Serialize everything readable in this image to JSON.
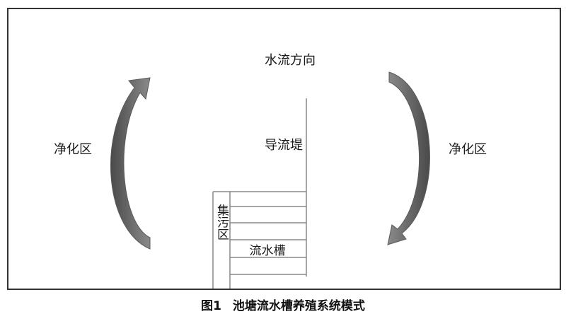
{
  "diagram": {
    "labels": {
      "flow_direction": "水流方向",
      "purification_left": "净化区",
      "purification_right": "净化区",
      "guide_dike": "导流堤",
      "sewage_collection": "集污区",
      "raceway": "流水槽"
    },
    "colors": {
      "arrow": "#5f5f5f",
      "frame": "#333333",
      "lines": "#888888"
    },
    "raceway_channels": 6
  },
  "caption": {
    "number": "图1",
    "title": "池塘流水槽养殖系统模式"
  }
}
